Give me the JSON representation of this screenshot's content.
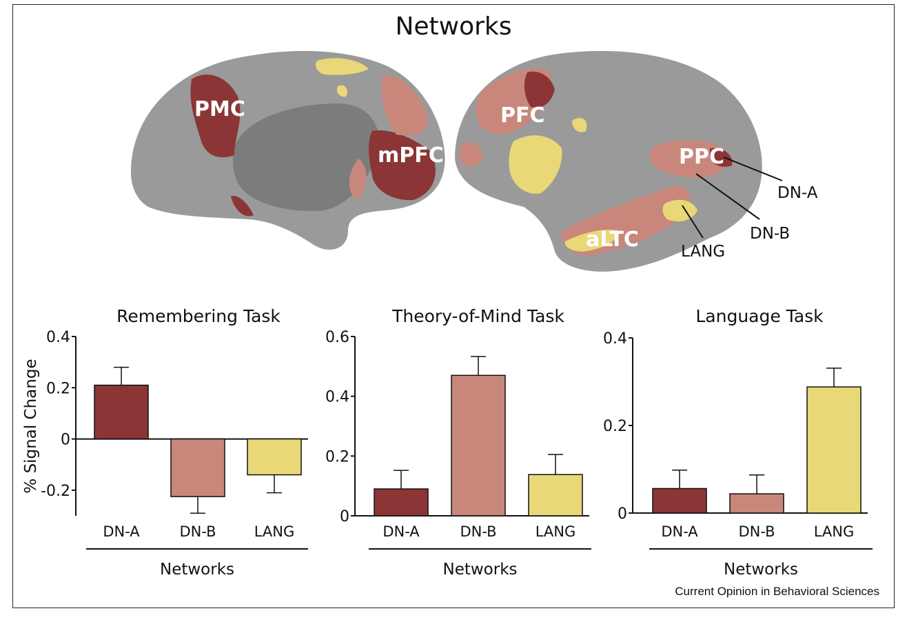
{
  "figure": {
    "title": "Networks",
    "credit": "Current Opinion in Behavioral Sciences"
  },
  "brain": {
    "medial_labels": [
      "PMC",
      "mPFC"
    ],
    "lateral_labels": [
      "PFC",
      "PPC",
      "aLTC"
    ],
    "callouts": [
      "DN-A",
      "DN-B",
      "LANG"
    ]
  },
  "colors": {
    "DN-A": "#8b3536",
    "DN-B": "#c8877a",
    "LANG": "#e8d878",
    "brain": "#9a9a9a",
    "brain_dark": "#777777"
  },
  "chart_data": [
    {
      "type": "bar",
      "title": "Remembering Task",
      "categories": [
        "DN-A",
        "DN-B",
        "LANG"
      ],
      "values": [
        0.21,
        -0.225,
        -0.14
      ],
      "errors": [
        0.07,
        0.065,
        0.07
      ],
      "ylabel": "% Signal Change",
      "xlabel": "Networks",
      "ylim": [
        -0.3,
        0.4
      ],
      "yticks": [
        -0.2,
        0,
        0.2,
        0.4
      ],
      "ytick_labels": [
        "-0.2",
        "0",
        "0.2",
        "0.4"
      ]
    },
    {
      "type": "bar",
      "title": "Theory-of-Mind Task",
      "categories": [
        "DN-A",
        "DN-B",
        "LANG"
      ],
      "values": [
        0.09,
        0.47,
        0.138
      ],
      "errors": [
        0.062,
        0.063,
        0.067
      ],
      "ylabel": "",
      "xlabel": "Networks",
      "ylim": [
        0,
        0.6
      ],
      "yticks": [
        0,
        0.2,
        0.4,
        0.6
      ],
      "ytick_labels": [
        "0",
        "0.2",
        "0.4",
        "0.6"
      ]
    },
    {
      "type": "bar",
      "title": "Language Task",
      "categories": [
        "DN-A",
        "DN-B",
        "LANG"
      ],
      "values": [
        0.056,
        0.044,
        0.288
      ],
      "errors": [
        0.042,
        0.043,
        0.043
      ],
      "ylabel": "",
      "xlabel": "Networks",
      "ylim": [
        0,
        0.4
      ],
      "yticks": [
        0,
        0.2,
        0.4
      ],
      "ytick_labels": [
        "0",
        "0.2",
        "0.4"
      ]
    }
  ]
}
